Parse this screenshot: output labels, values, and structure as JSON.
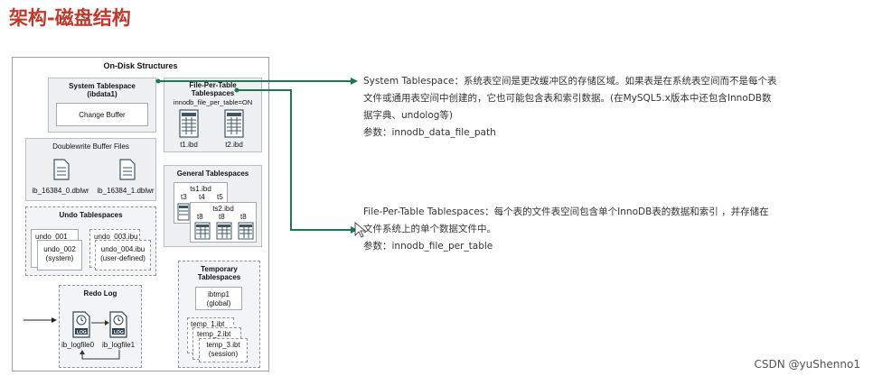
{
  "page": {
    "title": "架构-磁盘结构",
    "watermark": "CSDN @yuShenno1"
  },
  "diagram": {
    "heading": "On-Disk Structures",
    "system_tablespace": {
      "title_line1": "System Tablespace",
      "title_line2": "(ibdata1)",
      "change_buffer": "Change Buffer"
    },
    "file_per_table": {
      "title_line1": "File-Per-Table",
      "title_line2": "Tablespaces",
      "param": "innodb_file_per_table=ON",
      "files": [
        "t1.ibd",
        "t2.ibd"
      ]
    },
    "doublewrite": {
      "title": "Doublewrite Buffer Files",
      "files": [
        "ib_16384_0.dblwr",
        "ib_16384_1.dblwr"
      ]
    },
    "general_tablespaces": {
      "title": "General Tablespaces",
      "ts1": "ts1.ibd",
      "ts1_tables": [
        "t3",
        "t4",
        "t5"
      ],
      "ts2": "ts2.ibd",
      "ts2_tables": [
        "t8",
        "t8",
        "t8"
      ]
    },
    "undo_tablespaces": {
      "title": "Undo Tablespaces",
      "undo_001": "undo_001",
      "undo_002": "undo_002",
      "undo_002_note": "(system)",
      "undo_003": "undo_003.ibu",
      "undo_004": "undo_004.ibu",
      "undo_004_note": "(user-defined)"
    },
    "redo_log": {
      "title": "Redo Log",
      "file_icon_text": "LOG",
      "files": [
        "ib_logfile0",
        "ib_logfile1"
      ]
    },
    "temporary_tablespaces": {
      "title_line1": "Temporary",
      "title_line2": "Tablespaces",
      "ibtmp1": "ibtmp1",
      "ibtmp1_note": "(global)",
      "temp_1": "temp_1.ibt",
      "temp_2": "temp_2.ibt",
      "temp_3": "temp_3.ibt",
      "temp_3_note": "(session)"
    }
  },
  "notes": {
    "system_tablespace": {
      "line1": "System Tablespace：系统表空间是更改缓冲区的存储区域。如果表是在系统表空间而不是每个表",
      "line2": "文件或通用表空间中创建的，它也可能包含表和索引数据。(在MySQL5.x版本中还包含InnoDB数",
      "line3": "据字典、undolog等)",
      "param": "参数：innodb_data_file_path"
    },
    "file_per_table": {
      "line1": "File-Per-Table Tablespaces：每个表的文件表空间包含单个InnoDB表的数据和索引 ，并存储在",
      "line2": "文件系统上的单个数据文件中。",
      "param": "参数：innodb_file_per_table"
    }
  },
  "colors": {
    "title": "#c0392b",
    "arrow": "#1e7a4e",
    "diagram_border": "#9aa0a6"
  },
  "icons": [
    "document-icon",
    "table-file-icon",
    "log-file-icon",
    "arrow-right-icon",
    "mouse-cursor-icon"
  ]
}
